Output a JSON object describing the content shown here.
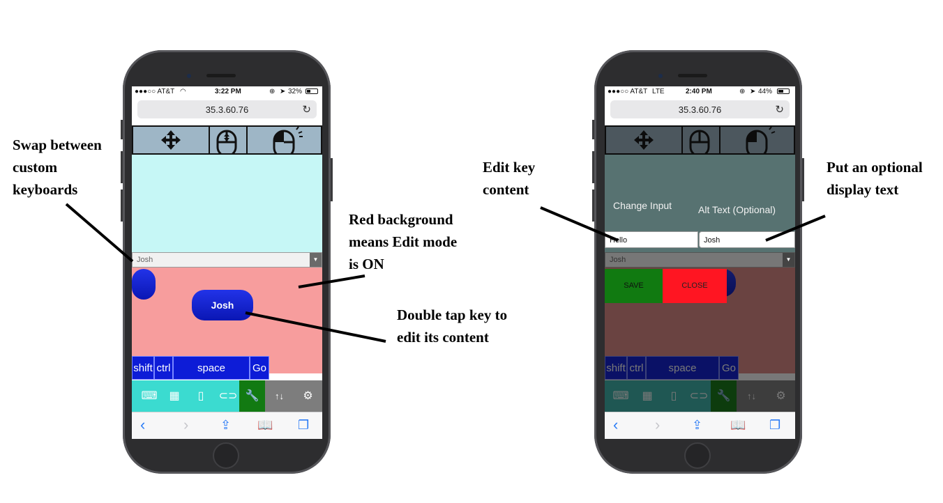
{
  "left_phone": {
    "status": {
      "carrier": "●●●○○ AT&T",
      "time": "3:22 PM",
      "battery": "32%"
    },
    "url": "35.3.60.76",
    "keyboard_select": "Josh",
    "key_label": "Josh",
    "bottom_keys": [
      "shift",
      "ctrl",
      "space",
      "Go"
    ]
  },
  "right_phone": {
    "status": {
      "carrier": "●●●○○ AT&T",
      "network": "LTE",
      "time": "2:40 PM",
      "battery": "44%"
    },
    "url": "35.3.60.76",
    "change_input_label": "Change Input",
    "alt_text_label": "Alt Text (Optional)",
    "input_value": "Hello",
    "alt_value": "Josh",
    "keyboard_select": "Josh",
    "save_label": "SAVE",
    "close_label": "CLOSE",
    "bottom_keys": [
      "shift",
      "ctrl",
      "space",
      "Go"
    ]
  },
  "annotations": {
    "swap": [
      "Swap between",
      "custom",
      "keyboards"
    ],
    "red_bg": [
      "Red background",
      "means Edit mode",
      "is ON"
    ],
    "double_tap": [
      "Double tap key to",
      "edit its content"
    ],
    "edit_key": [
      "Edit key",
      "content"
    ],
    "optional": [
      "Put an optional",
      "display text"
    ]
  },
  "colors": {
    "edit_mode_bg": "#f79d9d",
    "save": "#117a11",
    "close": "#ff1522",
    "key": "#0d1cd7",
    "tabbar": "#3bdbd0"
  }
}
